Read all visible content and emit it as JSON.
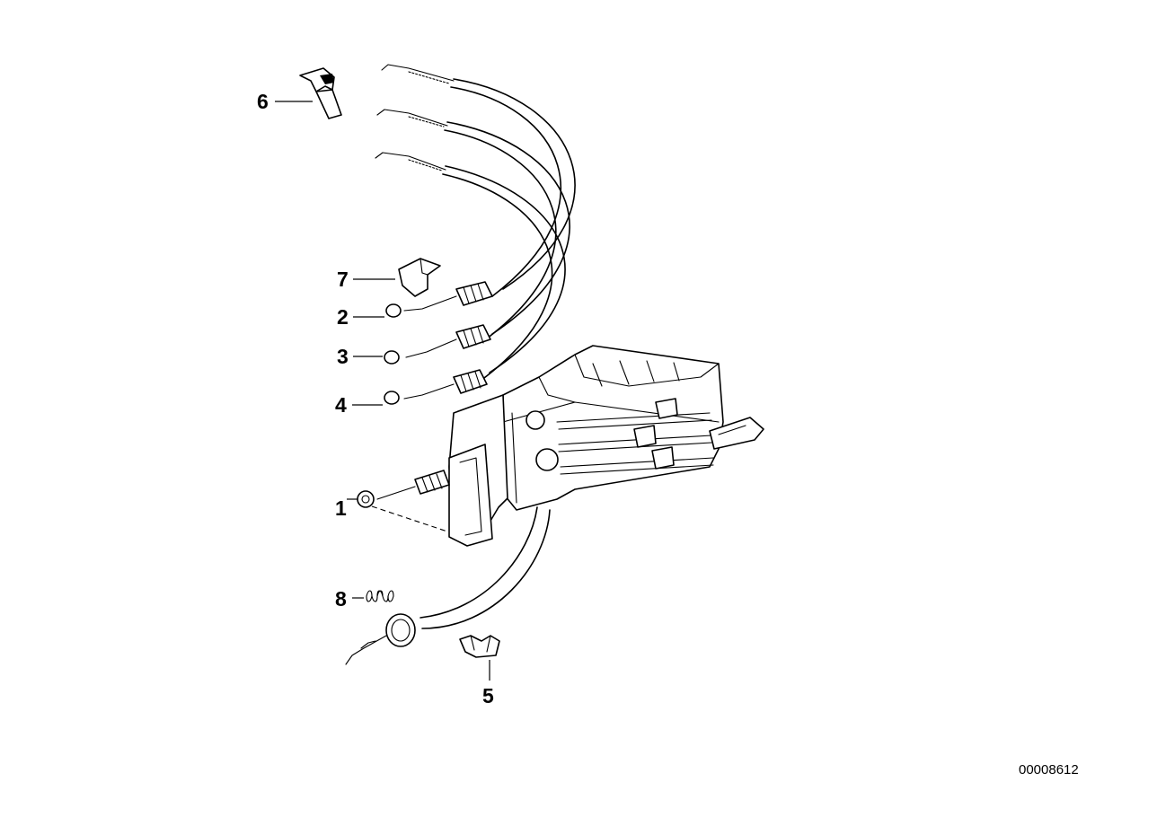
{
  "callouts": [
    {
      "id": "6",
      "label": "6"
    },
    {
      "id": "7",
      "label": "7"
    },
    {
      "id": "2",
      "label": "2"
    },
    {
      "id": "3",
      "label": "3"
    },
    {
      "id": "4",
      "label": "4"
    },
    {
      "id": "1",
      "label": "1"
    },
    {
      "id": "8",
      "label": "8"
    },
    {
      "id": "5",
      "label": "5"
    }
  ],
  "drawing_number": "00008612"
}
